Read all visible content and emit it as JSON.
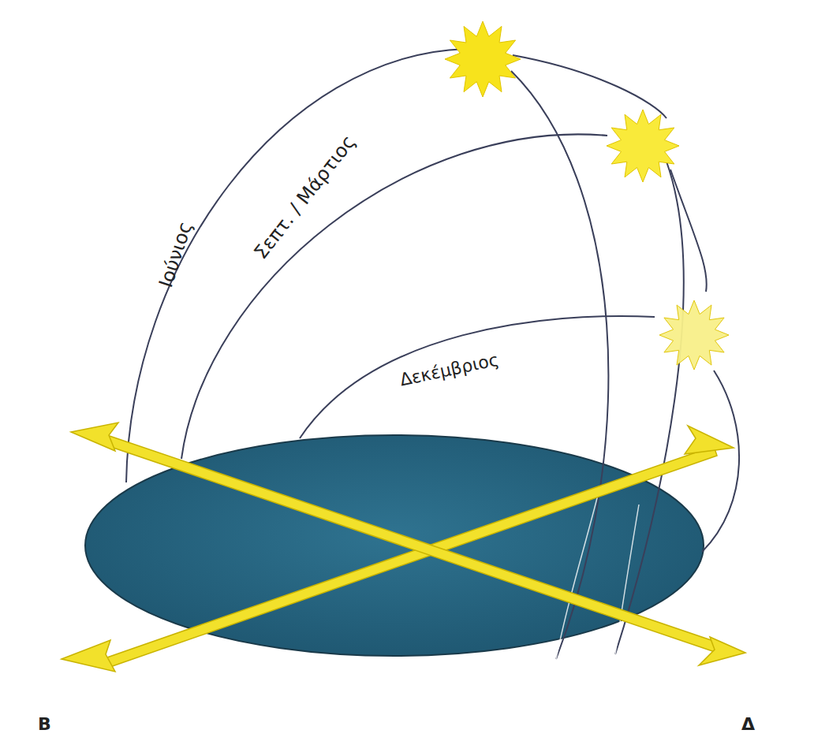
{
  "diagram": {
    "labels": [
      "Ιούνιος",
      "Σεπτ. / Μάρτιος",
      "Δεκέμβριος",
      "Β",
      "Δ"
    ]
  }
}
